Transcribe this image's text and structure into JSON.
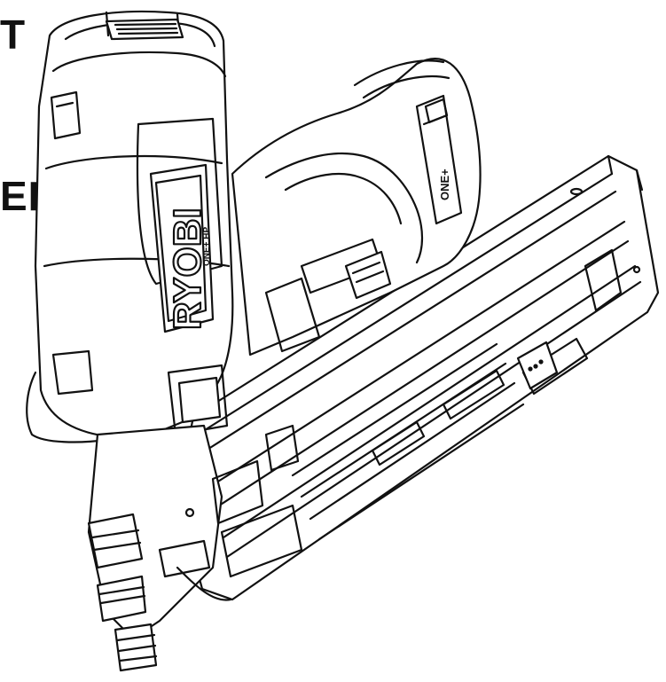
{
  "page": {
    "text_fragments": [
      "T",
      "ER"
    ]
  },
  "illustration": {
    "subject": "cordless framing nailer line drawing",
    "brand_mark": "RYOBI",
    "platform_mark": "ONE+ HP",
    "battery_mark": "ONE+",
    "colors": {
      "line": "#111111",
      "background": "#ffffff"
    }
  }
}
